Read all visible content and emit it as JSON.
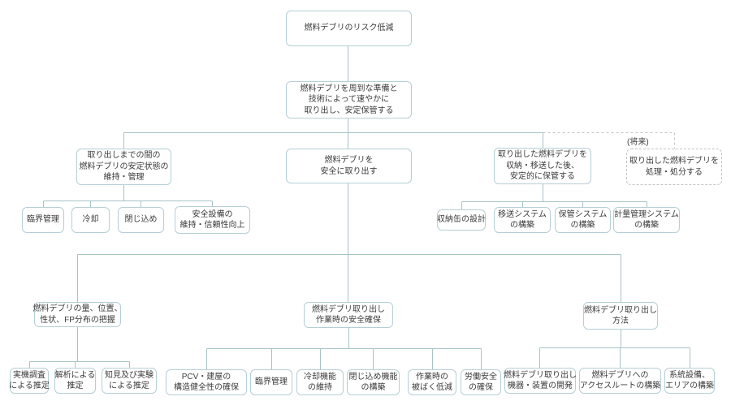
{
  "colors": {
    "background": "#ffffff",
    "box_border": "#b5cfd6",
    "connector_line": "#a8c3c6",
    "dashed_line": "#c3c3c3",
    "text": "#3b3b3b"
  },
  "labels": {
    "risk_reduction": "燃料デブリのリスク低減",
    "goal": "燃料デブリを周到な準備と\n技術によって速やかに\n取り出し、安定保管する",
    "maintain": "取り出しまでの間の\n燃料デブリの安定状態の\n維持・管理",
    "retrieve": "燃料デブリを\n安全に取り出す",
    "store": "取り出した燃料デブリを\n収納・移送した後、\n安定的に保管する",
    "future_note": "(将来)",
    "future": "取り出した燃料デブリを\n処理・処分する",
    "criticality": "臨界管理",
    "cooling": "冷却",
    "containment": "閉じ込め",
    "safety_equipment": "安全設備の\n維持・信頼性向上",
    "canister": "収納缶の設計",
    "transfer_system": "移送システム\nの構築",
    "storage_system": "保管システム\nの構築",
    "accounting_system": "計量管理システム\nの構築",
    "characterization": "燃料デブリの量、位置、\n性状、FP分布の把握",
    "work_safety": "燃料デブリ取り出し\n作業時の安全確保",
    "method": "燃料デブリ取り出し\n方法",
    "onsite_survey": "実機調査\nによる推定",
    "analysis": "解析による\n推定",
    "knowledge": "知見及び実験\nによる推定",
    "pcv_integrity": "PCV・建屋の\n構造健全性の確保",
    "criticality2": "臨界管理",
    "cooling_function": "冷却機能\nの維持",
    "containment_function": "閉じ込め機能\nの構築",
    "exposure": "作業時の\n被ばく低減",
    "labor_safety": "労働安全\nの確保",
    "equipment_dev": "燃料デブリ取り出し\n機器・装置の開発",
    "access_route": "燃料デブリへの\nアクセスルートの構築",
    "system_facilities": "系統設備、\nエリアの構築"
  }
}
